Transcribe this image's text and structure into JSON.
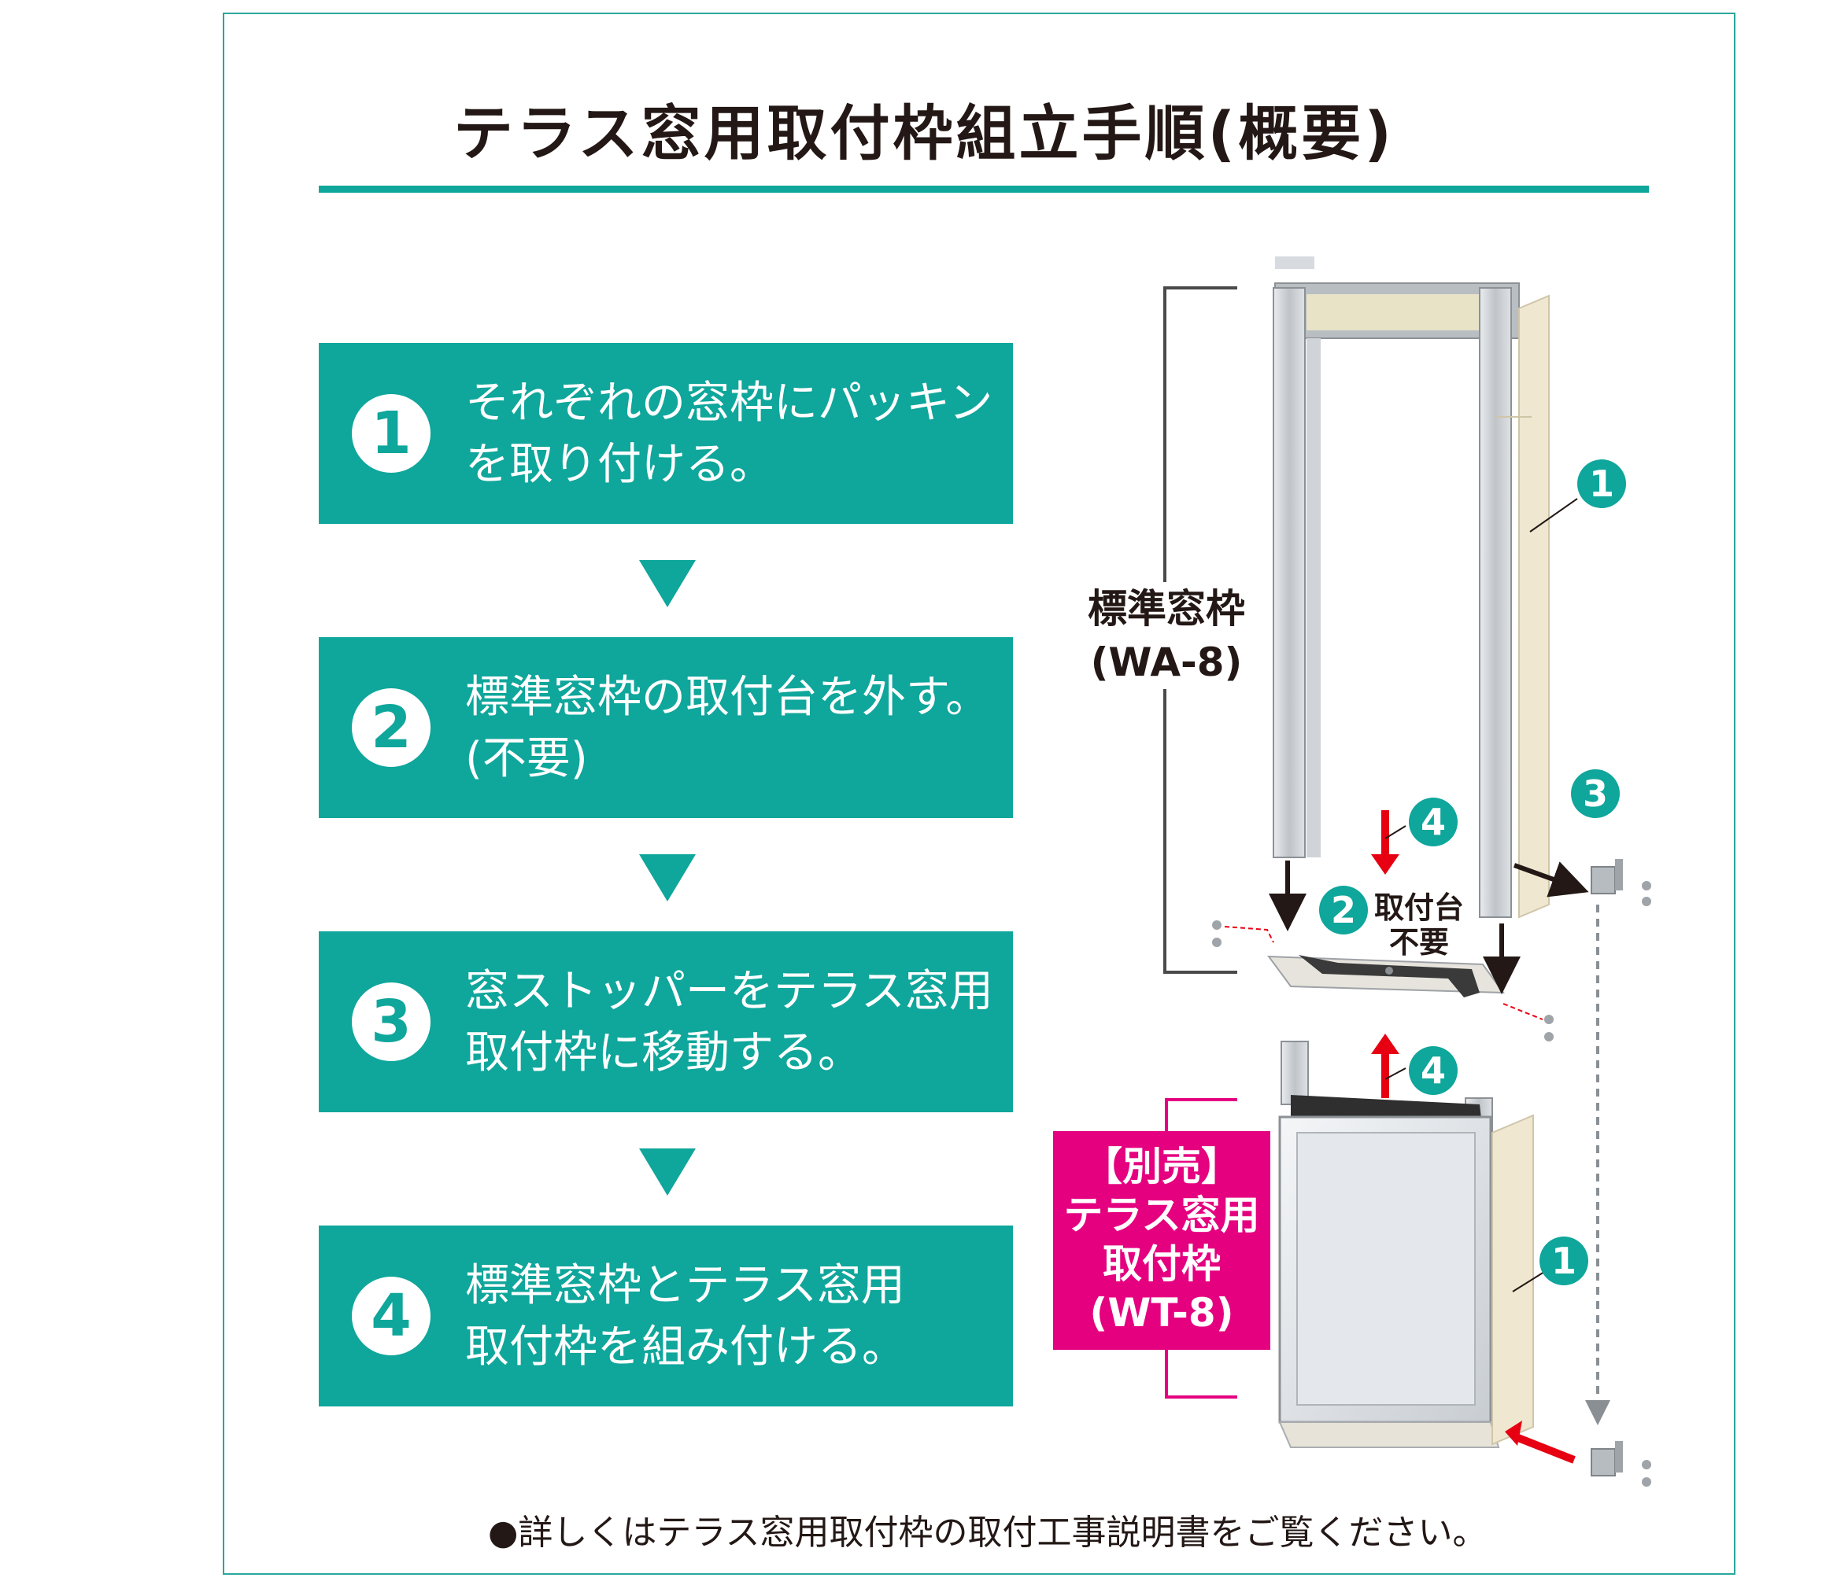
{
  "title": "テラス窓用取付枠組立手順(概要)",
  "steps": [
    {
      "number": "1",
      "text": "それぞれの窓枠にパッキン\nを取り付ける。"
    },
    {
      "number": "2",
      "text": "標準窓枠の取付台を外す。\n(不要)"
    },
    {
      "number": "3",
      "text": "窓ストッパーをテラス窓用\n取付枠に移動する。"
    },
    {
      "number": "4",
      "text": "標準窓枠とテラス窓用\n取付枠を組み付ける。"
    }
  ],
  "diagram": {
    "standard_frame_label": "標準窓枠\n(WA-8)",
    "separate_frame_label": "【別売】\nテラス窓用\n取付枠\n(WT-8)",
    "mount_label": "取付台\n不要",
    "tags": {
      "t1a": "1",
      "t1b": "1",
      "t2": "2",
      "t3": "3",
      "t4a": "4",
      "t4b": "4"
    }
  },
  "note": "●詳しくはテラス窓用取付枠の取付工事説明書をご覧ください。",
  "colors": {
    "teal": "#0fa69b",
    "magenta": "#e4007f",
    "red_arrow": "#e60012",
    "packing": "#efe7d0",
    "frame": "#c9cdd1"
  }
}
